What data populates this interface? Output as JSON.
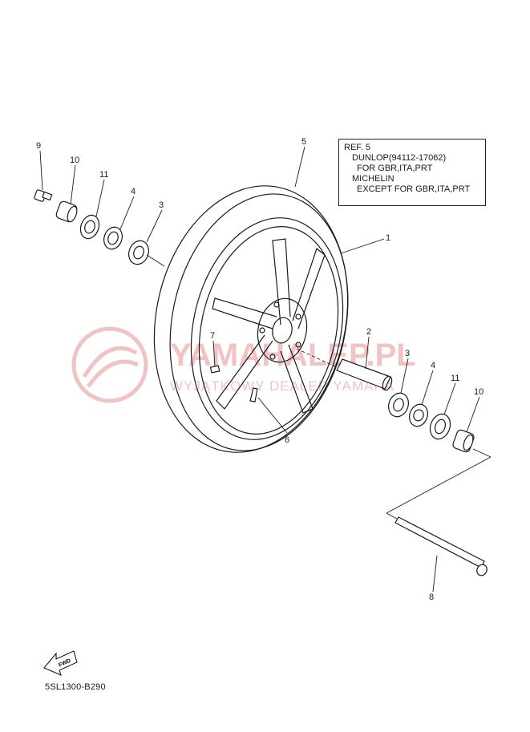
{
  "ref_box": {
    "title": "REF. 5",
    "line1": "DUNLOP(94112-17062)",
    "line2": "FOR GBR,ITA,PRT",
    "line3": "MICHELIN",
    "line4": "EXCEPT FOR GBR,ITA,PRT"
  },
  "callouts": {
    "c9": "9",
    "c10a": "10",
    "c11a": "11",
    "c4a": "4",
    "c3a": "3",
    "c5": "5",
    "c1": "1",
    "c7": "7",
    "c6": "6",
    "c2": "2",
    "c3b": "3",
    "c4b": "4",
    "c11b": "11",
    "c10b": "10",
    "c8": "8"
  },
  "watermark": {
    "main": "YAMAHALEP.PL",
    "sub": "WYJĄTKOWY DEALER YAMAHA"
  },
  "fwd_label": "FWD",
  "diagram_code": "5SL1300-B290",
  "colors": {
    "line": "#1a1a1a",
    "watermark": "#f2c3c3"
  }
}
